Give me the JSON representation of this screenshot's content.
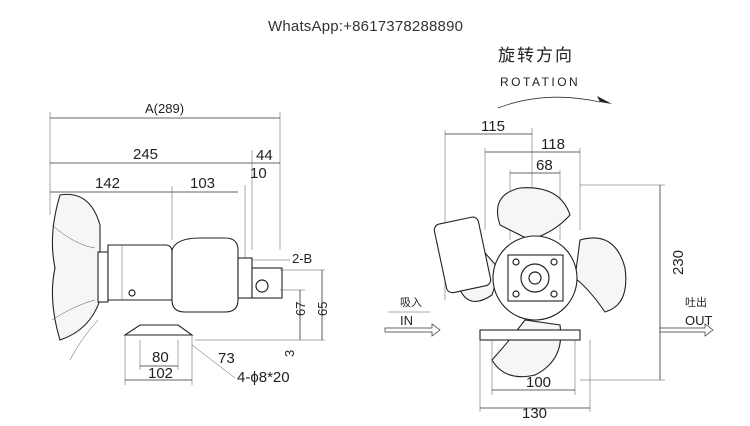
{
  "watermark": "WhatsApp:+8617378288890",
  "rotation": {
    "title_cn": "旋转方向",
    "title_en": "ROTATION"
  },
  "side_view": {
    "overall": "A(289)",
    "dim_245": "245",
    "dim_44": "44",
    "dim_142": "142",
    "dim_103": "103",
    "dim_10": "10",
    "dim_2b": "2-B",
    "dim_67": "67",
    "dim_65": "65",
    "dim_3": "3",
    "dim_80": "80",
    "dim_73": "73",
    "dim_102": "102",
    "holes": "4-ϕ8*20"
  },
  "front_view": {
    "dim_115": "115",
    "dim_118": "118",
    "dim_68": "68",
    "dim_230": "230",
    "dim_100": "100",
    "dim_130": "130",
    "in_cn": "吸入",
    "in_en": "IN",
    "out_cn": "吐出",
    "out_en": "OUT"
  }
}
